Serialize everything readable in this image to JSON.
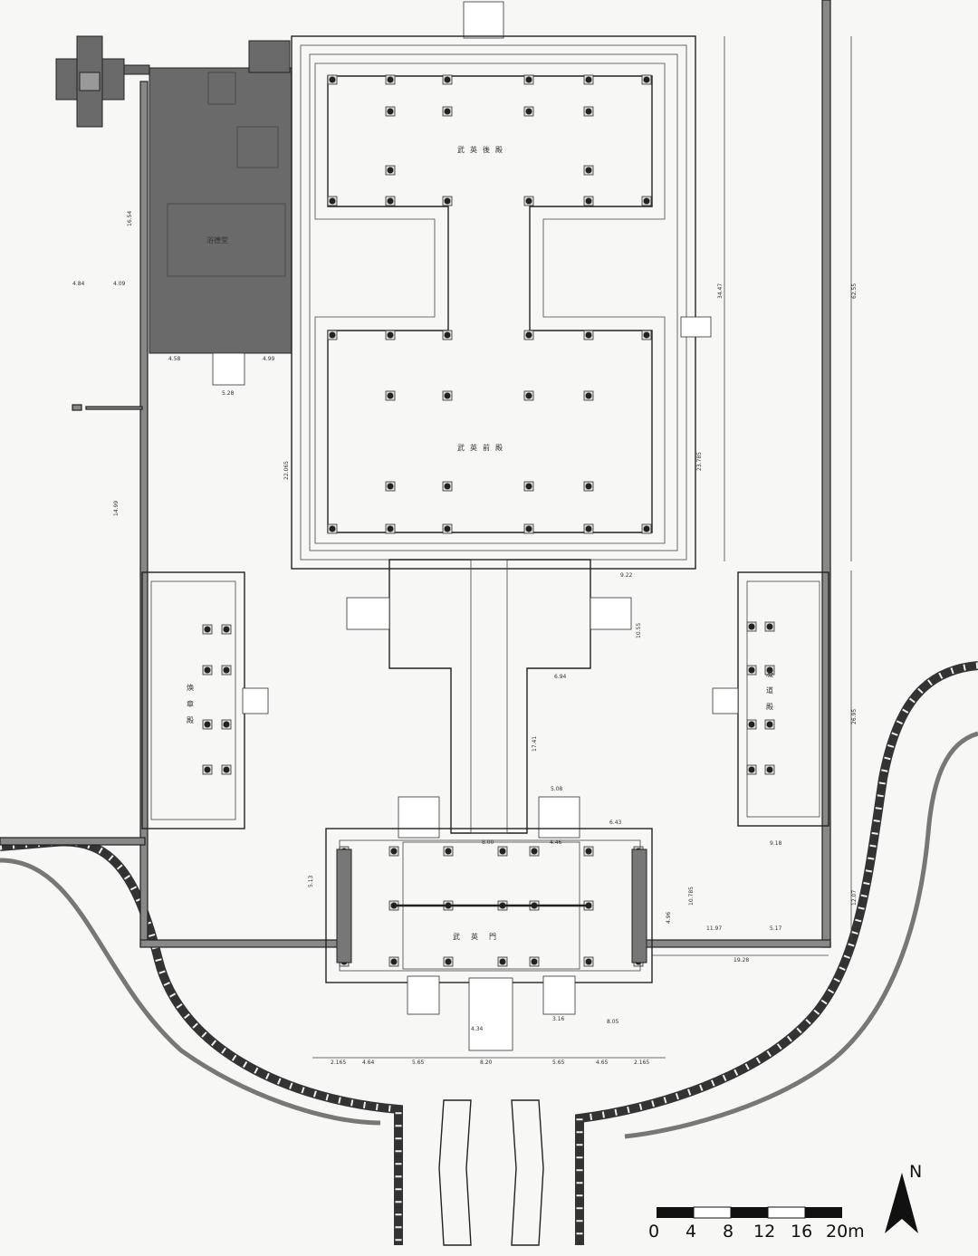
{
  "labels": {
    "rear_hall": "武英後殿",
    "front_hall": "武英前殿",
    "gate": "武英門",
    "west_hall": "煥章殿",
    "east_hall": "凝道殿",
    "dark_hall": "浴德堂"
  },
  "dimensions": [
    "62.55",
    "34.47",
    "26.95",
    "12.07",
    "19.28",
    "11.97",
    "5.17",
    "9.18",
    "9.22",
    "10.55",
    "6.94",
    "17.41",
    "5.08",
    "6.43",
    "8.00",
    "4.46",
    "4.34",
    "8.20",
    "5.65",
    "4.64",
    "2.165",
    "4.65",
    "3.16",
    "8.05",
    "14.99",
    "4.58",
    "4.99",
    "5.28",
    "4.84",
    "4.09",
    "22.065",
    "23.785",
    "16.54",
    "5.65",
    "2.165",
    "10.785",
    "4.96",
    "5.13"
  ],
  "scale_bar": {
    "labels": [
      "0",
      "4",
      "8",
      "12",
      "16",
      "20m"
    ],
    "unit": "m"
  },
  "north_label": "N",
  "colors": {
    "ink": "#222222",
    "paper": "#f7f7f5",
    "shaded_building": "#6a6a6a"
  }
}
